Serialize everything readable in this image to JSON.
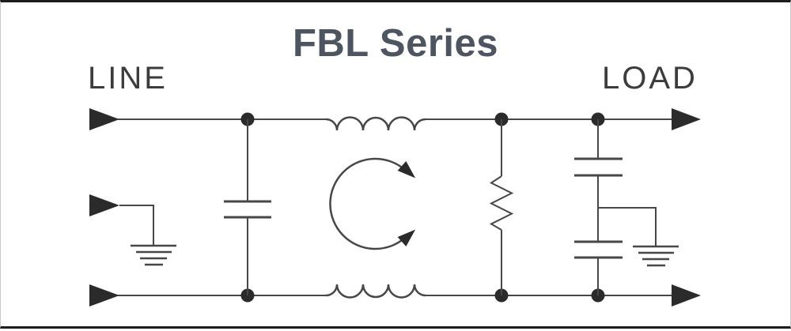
{
  "title": "FBL Series",
  "labels": {
    "line": "LINE",
    "load": "LOAD"
  },
  "colors": {
    "bg": "#ffffff",
    "frame": "#1c1c1c",
    "edge": "#c8c8c8",
    "wire": "#474747",
    "ink": "#2b2b2b",
    "text": "#3c3c3c",
    "title": "#4c5560"
  },
  "diagram": {
    "kind": "EMI line filter schematic",
    "components": [
      {
        "name": "line-terminal-top",
        "symbol": "filled-right-arrow"
      },
      {
        "name": "line-terminal-bottom",
        "symbol": "filled-right-arrow"
      },
      {
        "name": "chassis-terminal-left",
        "symbol": "filled-right-arrow"
      },
      {
        "name": "earth-ground-left",
        "symbol": "four-bar-ground"
      },
      {
        "name": "x-capacitor",
        "symbol": "parallel-plate-capacitor"
      },
      {
        "name": "common-mode-choke-top-winding",
        "symbol": "four-hump-inductor"
      },
      {
        "name": "common-mode-choke-bottom-winding",
        "symbol": "four-hump-inductor"
      },
      {
        "name": "flux-circulation-arrow",
        "symbol": "open-circle-double-arrow"
      },
      {
        "name": "damping-resistor",
        "symbol": "zigzag-resistor"
      },
      {
        "name": "y-capacitor-upper",
        "symbol": "parallel-plate-capacitor"
      },
      {
        "name": "y-capacitor-lower",
        "symbol": "parallel-plate-capacitor"
      },
      {
        "name": "earth-ground-right",
        "symbol": "four-bar-ground"
      },
      {
        "name": "load-terminal-top",
        "symbol": "filled-right-arrow"
      },
      {
        "name": "load-terminal-bottom",
        "symbol": "filled-right-arrow"
      }
    ],
    "junction_dots": 6
  }
}
